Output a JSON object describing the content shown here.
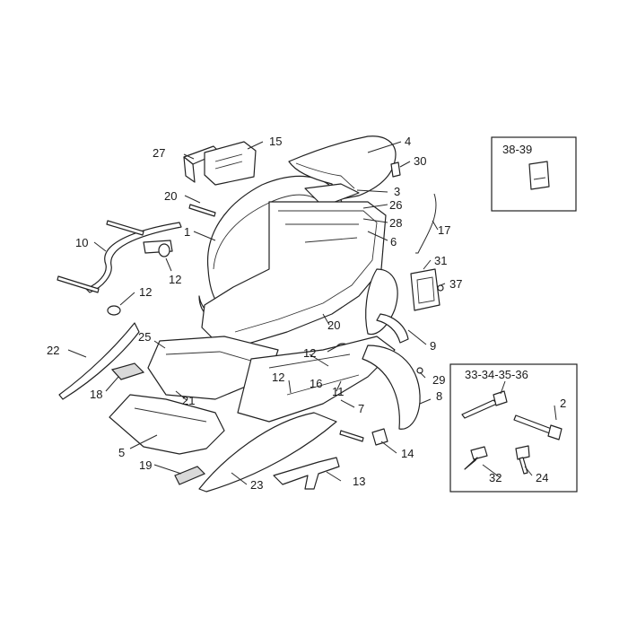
{
  "callouts": {
    "c1": "1",
    "c2": "2",
    "c3": "3",
    "c4": "4",
    "c5": "5",
    "c6": "6",
    "c7": "7",
    "c8": "8",
    "c9": "9",
    "c10": "10",
    "c11": "11",
    "c12a": "12",
    "c12b": "12",
    "c12c": "12",
    "c12d": "12",
    "c13": "13",
    "c14": "14",
    "c15": "15",
    "c16": "16",
    "c17": "17",
    "c18": "18",
    "c19": "19",
    "c20a": "20",
    "c20b": "20",
    "c21": "21",
    "c22": "22",
    "c23": "23",
    "c24": "24",
    "c25": "25",
    "c26": "26",
    "c27": "27",
    "c28": "28",
    "c29": "29",
    "c30": "30",
    "c31": "31",
    "c32": "32",
    "c33_36": "33-34-35-36",
    "c37": "37",
    "c38_39": "38-39"
  }
}
